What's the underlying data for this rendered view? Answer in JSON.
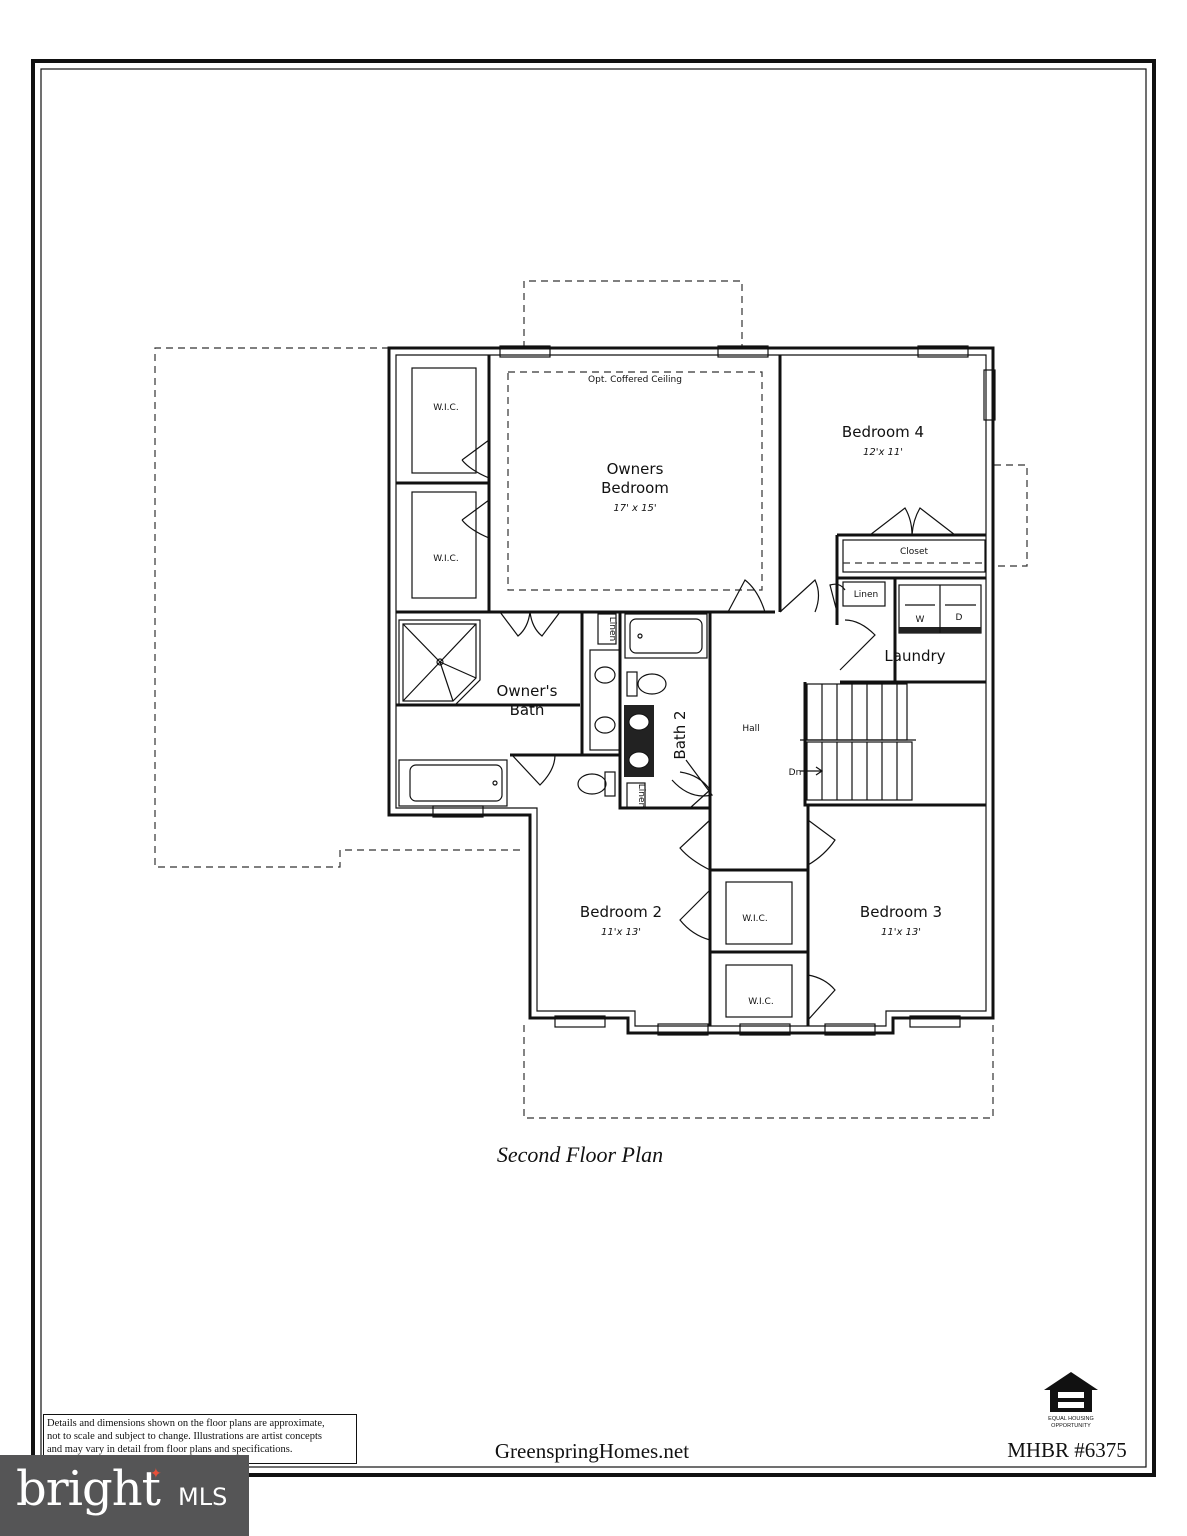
{
  "plan_title": "Second Floor Plan",
  "rooms": {
    "owners_bedroom": {
      "line1": "Owners",
      "line2": "Bedroom",
      "dims": "17' x 15'"
    },
    "coffered": "Opt. Coffered Ceiling",
    "bedroom4": {
      "name": "Bedroom 4",
      "dims": "12'x 11'"
    },
    "bedroom2": {
      "name": "Bedroom 2",
      "dims": "11'x 13'"
    },
    "bedroom3": {
      "name": "Bedroom 3",
      "dims": "11'x 13'"
    },
    "owners_bath": {
      "line1": "Owner's",
      "line2": "Bath"
    },
    "bath2": "Bath 2",
    "hall": "Hall",
    "laundry": "Laundry",
    "closet": "Closet",
    "linen": "Linen",
    "wic": "W.I.C.",
    "down": "Dn",
    "washer": "W",
    "dryer": "D"
  },
  "footer": {
    "disclaimer": [
      "Details and dimensions shown on the floor plans are approximate,",
      "not to scale and subject to change.  Illustrations are artist concepts",
      "and may vary in detail from floor plans and specifications."
    ],
    "website": "GreenspringHomes.net",
    "mhbr": "MHBR #6375",
    "equal_housing": [
      "EQUAL HOUSING",
      "OPPORTUNITY"
    ]
  },
  "watermark": {
    "brand": "bright",
    "suffix": "MLS"
  }
}
